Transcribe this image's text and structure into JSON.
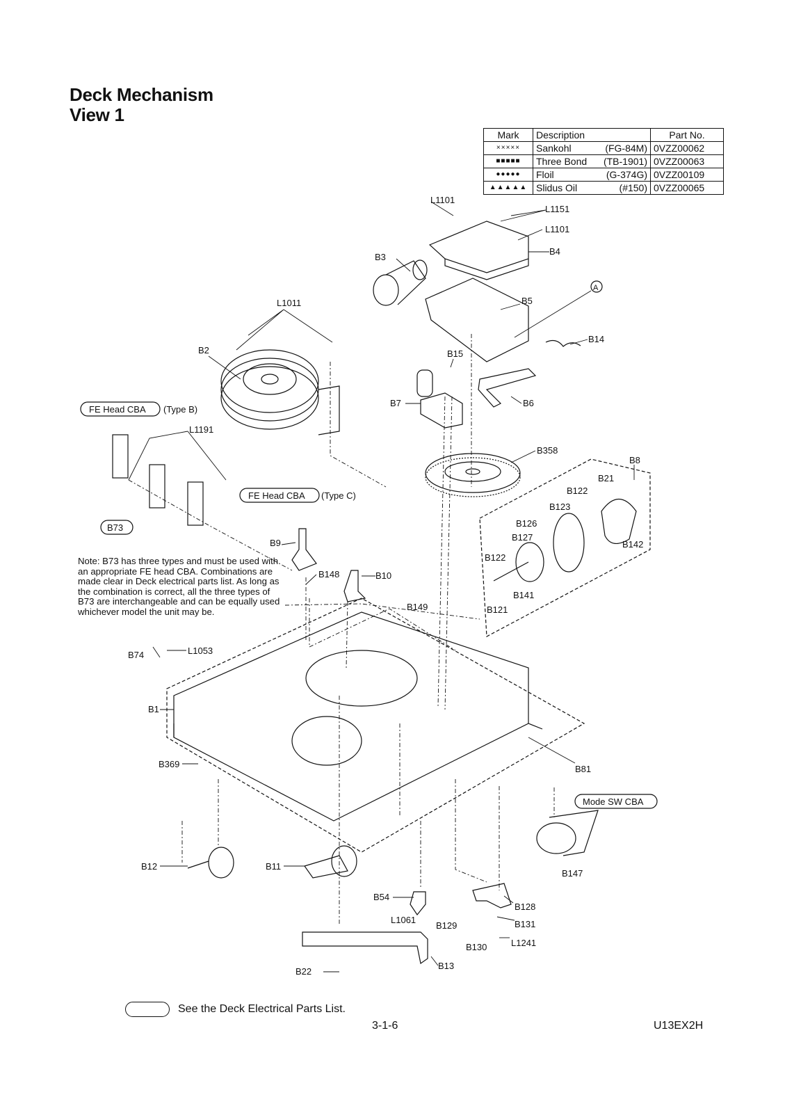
{
  "title": {
    "line1": "Deck Mechanism",
    "line2": "View 1"
  },
  "table": {
    "headers": {
      "mark": "Mark",
      "description": "Description",
      "part_no": "Part No."
    },
    "rows": [
      {
        "mark": "×××××",
        "description": "Sankohl",
        "code": "(FG-84M)",
        "part_no": "0VZZ00062"
      },
      {
        "mark": "■■■■■",
        "description": "Three Bond",
        "code": "(TB-1901)",
        "part_no": "0VZZ00063"
      },
      {
        "mark": "●●●●●",
        "description": "Floil",
        "code": "(G-374G)",
        "part_no": "0VZZ00109"
      },
      {
        "mark": "▲▲▲▲▲",
        "description": "Slidus Oil",
        "code": "(#150)",
        "part_no": "0VZZ00065"
      }
    ]
  },
  "callouts": {
    "fe_head_b": "FE Head CBA",
    "type_b": "(Type B)",
    "fe_head_c": "FE Head CBA",
    "type_c": "(Type C)",
    "b73": "B73",
    "mode_sw": "Mode SW CBA",
    "circle_a": "A"
  },
  "labels": {
    "L1101a": "L1101",
    "L1151": "L1151",
    "L1101b": "L1101",
    "B3": "B3",
    "B4": "B4",
    "B5": "B5",
    "L1011": "L1011",
    "B2": "B2",
    "B14": "B14",
    "B15": "B15",
    "B7": "B7",
    "B6": "B6",
    "L1191": "L1191",
    "B358": "B358",
    "B8": "B8",
    "B21": "B21",
    "B122a": "B122",
    "B123": "B123",
    "B126": "B126",
    "B127": "B127",
    "B142": "B142",
    "B122b": "B122",
    "B141": "B141",
    "B121": "B121",
    "B9": "B9",
    "B148": "B148",
    "B10": "B10",
    "B149": "B149",
    "B74": "B74",
    "L1053": "L1053",
    "B1": "B1",
    "B369": "B369",
    "B81": "B81",
    "B12": "B12",
    "B11": "B11",
    "B147": "B147",
    "B54": "B54",
    "L1061": "L1061",
    "B128": "B128",
    "B129": "B129",
    "B131": "B131",
    "B130": "B130",
    "L1241": "L1241",
    "B13": "B13",
    "B22": "B22"
  },
  "note": "Note: B73 has three types and must be used with an appropriate FE head CBA. Combinations are made clear in Deck electrical parts list. As long as the combination is correct, all the three types of B73 are interchangeable and can be equally used whichever model the unit may be.",
  "legend": "See the Deck Electrical Parts List.",
  "footer": {
    "page": "3-1-6",
    "model": "U13EX2H"
  }
}
